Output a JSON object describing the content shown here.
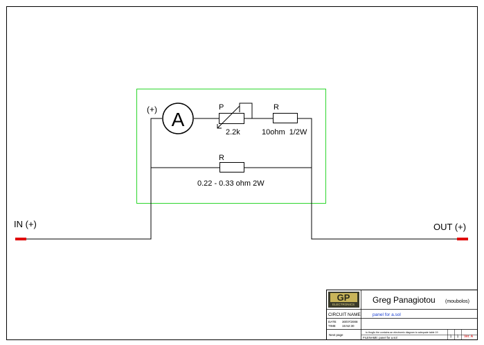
{
  "schematic": {
    "ammeter": {
      "symbol": "A",
      "polarity": "(+)"
    },
    "potentiometer": {
      "designator": "P",
      "value": "2.2k"
    },
    "series_resistor": {
      "designator": "R",
      "value": "10ohm  1/2W"
    },
    "shunt_resistor": {
      "designator": "R",
      "value": "0.22 - 0.33 ohm 2W"
    },
    "input_label": "IN (+)",
    "output_label": "OUT (+)",
    "colors": {
      "wire": "#000000",
      "panel_outline": "#2bd62b",
      "terminal": "#e00000"
    }
  },
  "title_block": {
    "logo_text": "GP",
    "logo_subtext": "ELECTRONICS",
    "author": "Greg Panagiotou",
    "nickname": "(moubolos)",
    "circuit_name_label": "CIRCUIT NAME",
    "circuit_name": "panel for a.sol",
    "date_label": "DATE",
    "date_value": "30/07/2008",
    "time_label": "TIME",
    "time_value": "15:52:30",
    "note": "to thogfo the contains an electromic diagram to adequate table 19",
    "filename": "FILENAME: panel for a.sol",
    "next_page_label": "Next page",
    "page_a": "1",
    "page_b": "1",
    "version": "Ver. A"
  }
}
